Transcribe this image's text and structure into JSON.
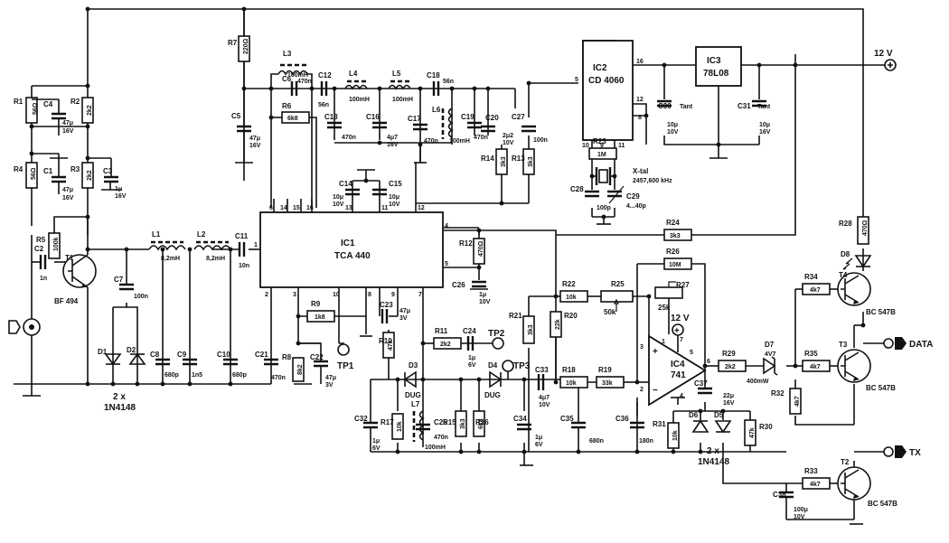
{
  "supply": {
    "v12": "12 V"
  },
  "ics": {
    "ic1": {
      "ref": "IC1",
      "type": "TCA 440",
      "pins": [
        "6",
        "14",
        "15",
        "16",
        "13",
        "11",
        "12",
        "1",
        "2",
        "3",
        "10",
        "8",
        "9",
        "7",
        "4",
        "5"
      ]
    },
    "ic2": {
      "ref": "IC2",
      "type": "CD 4060",
      "pins": [
        "5",
        "16",
        "12",
        "8",
        "10",
        "9",
        "11"
      ]
    },
    "ic3": {
      "ref": "IC3",
      "type": "78L08"
    },
    "ic4": {
      "ref": "IC4",
      "type": "741",
      "pins": [
        "2",
        "3",
        "6",
        "7",
        "4",
        "1",
        "5"
      ],
      "plus": "+",
      "minus": "−"
    }
  },
  "transistors": {
    "t1": {
      "ref": "T1",
      "type": "BF 494"
    },
    "t2": {
      "ref": "T2",
      "type": "BC 547B"
    },
    "t3": {
      "ref": "T3",
      "type": "BC 547B"
    },
    "t4": {
      "ref": "T4",
      "type": "BC 547B"
    }
  },
  "resistors": {
    "r1": {
      "ref": "R1",
      "val": "56Ω"
    },
    "r2": {
      "ref": "R2",
      "val": "2k2"
    },
    "r3": {
      "ref": "R3",
      "val": "2k2"
    },
    "r4": {
      "ref": "R4",
      "val": "56Ω"
    },
    "r5": {
      "ref": "R5",
      "val": "100k"
    },
    "r6": {
      "ref": "R6",
      "val": "6k8"
    },
    "r7": {
      "ref": "R7",
      "val": "220Ω"
    },
    "r8": {
      "ref": "R8",
      "val": "8k2"
    },
    "r9": {
      "ref": "R9",
      "val": "1k8"
    },
    "r10": {
      "ref": "R10",
      "val": "47k"
    },
    "r11": {
      "ref": "R11",
      "val": "2k2"
    },
    "r12": {
      "ref": "R12",
      "val": "470Ω"
    },
    "r13": {
      "ref": "R13",
      "val": "3k3"
    },
    "r14": {
      "ref": "R14",
      "val": "3k3"
    },
    "r15": {
      "ref": "R15",
      "val": "3k3"
    },
    "r16": {
      "ref": "R16",
      "val": "6k8"
    },
    "r17": {
      "ref": "R17",
      "val": "10k"
    },
    "r18": {
      "ref": "R18",
      "val": "10k"
    },
    "r19": {
      "ref": "R19",
      "val": "33k"
    },
    "r20": {
      "ref": "R20",
      "val": "22k"
    },
    "r21": {
      "ref": "R21",
      "val": "3k3"
    },
    "r22": {
      "ref": "R22",
      "val": "10k"
    },
    "r23": {
      "ref": "R23",
      "val": "1M"
    },
    "r24": {
      "ref": "R24",
      "val": "3k3"
    },
    "r25": {
      "ref": "R25",
      "val": "50k"
    },
    "r26": {
      "ref": "R26",
      "val": "10M"
    },
    "r27": {
      "ref": "R27",
      "val": "25k"
    },
    "r28": {
      "ref": "R28",
      "val": "470Ω"
    },
    "r29": {
      "ref": "R29",
      "val": "2k2"
    },
    "r30": {
      "ref": "R30",
      "val": "47k"
    },
    "r31": {
      "ref": "R31",
      "val": "10k"
    },
    "r32": {
      "ref": "R32",
      "val": "4k7"
    },
    "r33": {
      "ref": "R33",
      "val": "4k7"
    },
    "r34": {
      "ref": "R34",
      "val": "4k7"
    },
    "r35": {
      "ref": "R35",
      "val": "4k7"
    }
  },
  "capacitors": {
    "c1": {
      "ref": "C1",
      "val": "47μ",
      "v": "16V"
    },
    "c2": {
      "ref": "C2",
      "val": "1n"
    },
    "c3": {
      "ref": "C3",
      "val": "1μ",
      "v": "16V"
    },
    "c4": {
      "ref": "C4",
      "val": "47μ",
      "v": "16V"
    },
    "c5": {
      "ref": "C5",
      "val": "47μ",
      "v": "16V"
    },
    "c6": {
      "ref": "C6",
      "val": "470n"
    },
    "c7": {
      "ref": "C7",
      "val": "100n"
    },
    "c8": {
      "ref": "C8",
      "val": "680p"
    },
    "c9": {
      "ref": "C9",
      "val": "1n5"
    },
    "c10": {
      "ref": "C10",
      "val": "680p"
    },
    "c11": {
      "ref": "C11",
      "val": "10n"
    },
    "c12": {
      "ref": "C12",
      "val": "56n"
    },
    "c13": {
      "ref": "C13",
      "val": "470n"
    },
    "c14": {
      "ref": "C14",
      "val": "10μ",
      "v": "10V"
    },
    "c15": {
      "ref": "C15",
      "val": "10μ",
      "v": "10V"
    },
    "c16": {
      "ref": "C16",
      "val": "4μ7",
      "v": "16V"
    },
    "c17": {
      "ref": "C17",
      "val": "470n"
    },
    "c18": {
      "ref": "C18",
      "val": "56n"
    },
    "c19": {
      "ref": "C19",
      "val": "470n"
    },
    "c20": {
      "ref": "C20",
      "val": "2μ2",
      "v": "10V"
    },
    "c21": {
      "ref": "C21",
      "val": "470n"
    },
    "c22": {
      "ref": "C22",
      "val": "47μ",
      "v": "3V"
    },
    "c23": {
      "ref": "C23",
      "val": "47μ",
      "v": "3V"
    },
    "c24": {
      "ref": "C24",
      "val": "1μ",
      "v": "6V"
    },
    "c25": {
      "ref": "C25",
      "val": "470n"
    },
    "c26": {
      "ref": "C26",
      "val": "1μ",
      "v": "10V"
    },
    "c27": {
      "ref": "C27",
      "val": "100n"
    },
    "c28": {
      "ref": "C28",
      "val": "100p"
    },
    "c29": {
      "ref": "C29",
      "val": "4...40p"
    },
    "c30": {
      "ref": "C30",
      "tag": "Tant",
      "val": "10μ",
      "v": "10V"
    },
    "c31": {
      "ref": "C31",
      "tag": "Tant",
      "val": "10μ",
      "v": "16V"
    },
    "c32": {
      "ref": "C32",
      "val": "1μ",
      "v": "6V"
    },
    "c33": {
      "ref": "C33",
      "val": "4μ7",
      "v": "10V"
    },
    "c34": {
      "ref": "C34",
      "val": "1μ",
      "v": "6V"
    },
    "c35": {
      "ref": "C35",
      "val": "680n"
    },
    "c36": {
      "ref": "C36",
      "val": "180n"
    },
    "c37": {
      "ref": "C37",
      "val": "22μ",
      "v": "16V"
    },
    "c38": {
      "ref": "C38",
      "val": "100μ",
      "v": "10V"
    }
  },
  "inductors": {
    "l1": {
      "ref": "L1",
      "val": "8,2mH"
    },
    "l2": {
      "ref": "L2",
      "val": "8,2mH"
    },
    "l3": {
      "ref": "L3",
      "val": "100mH"
    },
    "l4": {
      "ref": "L4",
      "val": "100mH"
    },
    "l5": {
      "ref": "L5",
      "val": "100mH"
    },
    "l6": {
      "ref": "L6",
      "val": "100mH"
    },
    "l7": {
      "ref": "L7",
      "val": "100mH"
    }
  },
  "diodes": {
    "d1": {
      "ref": "D1"
    },
    "d2": {
      "ref": "D2"
    },
    "d12": {
      "qty": "2 x",
      "type": "1N4148"
    },
    "d3": {
      "ref": "D3",
      "type": "DUG"
    },
    "d4": {
      "ref": "D4",
      "type": "DUG"
    },
    "d5": {
      "ref": "D5"
    },
    "d6": {
      "ref": "D6"
    },
    "d56": {
      "qty": "2 x",
      "type": "1N4148"
    },
    "d7": {
      "ref": "D7",
      "val": "4V7",
      "power": "400mW"
    },
    "d8": {
      "ref": "D8"
    }
  },
  "crystal": {
    "label": "X-tal",
    "freq": "2457,600 kHz"
  },
  "testpoints": {
    "tp1": "TP1",
    "tp2": "TP2",
    "tp3": "TP3"
  },
  "outputs": {
    "data": "DATA",
    "tx": "TX"
  },
  "op": {
    "v12": "12 V",
    "plus": "+"
  }
}
